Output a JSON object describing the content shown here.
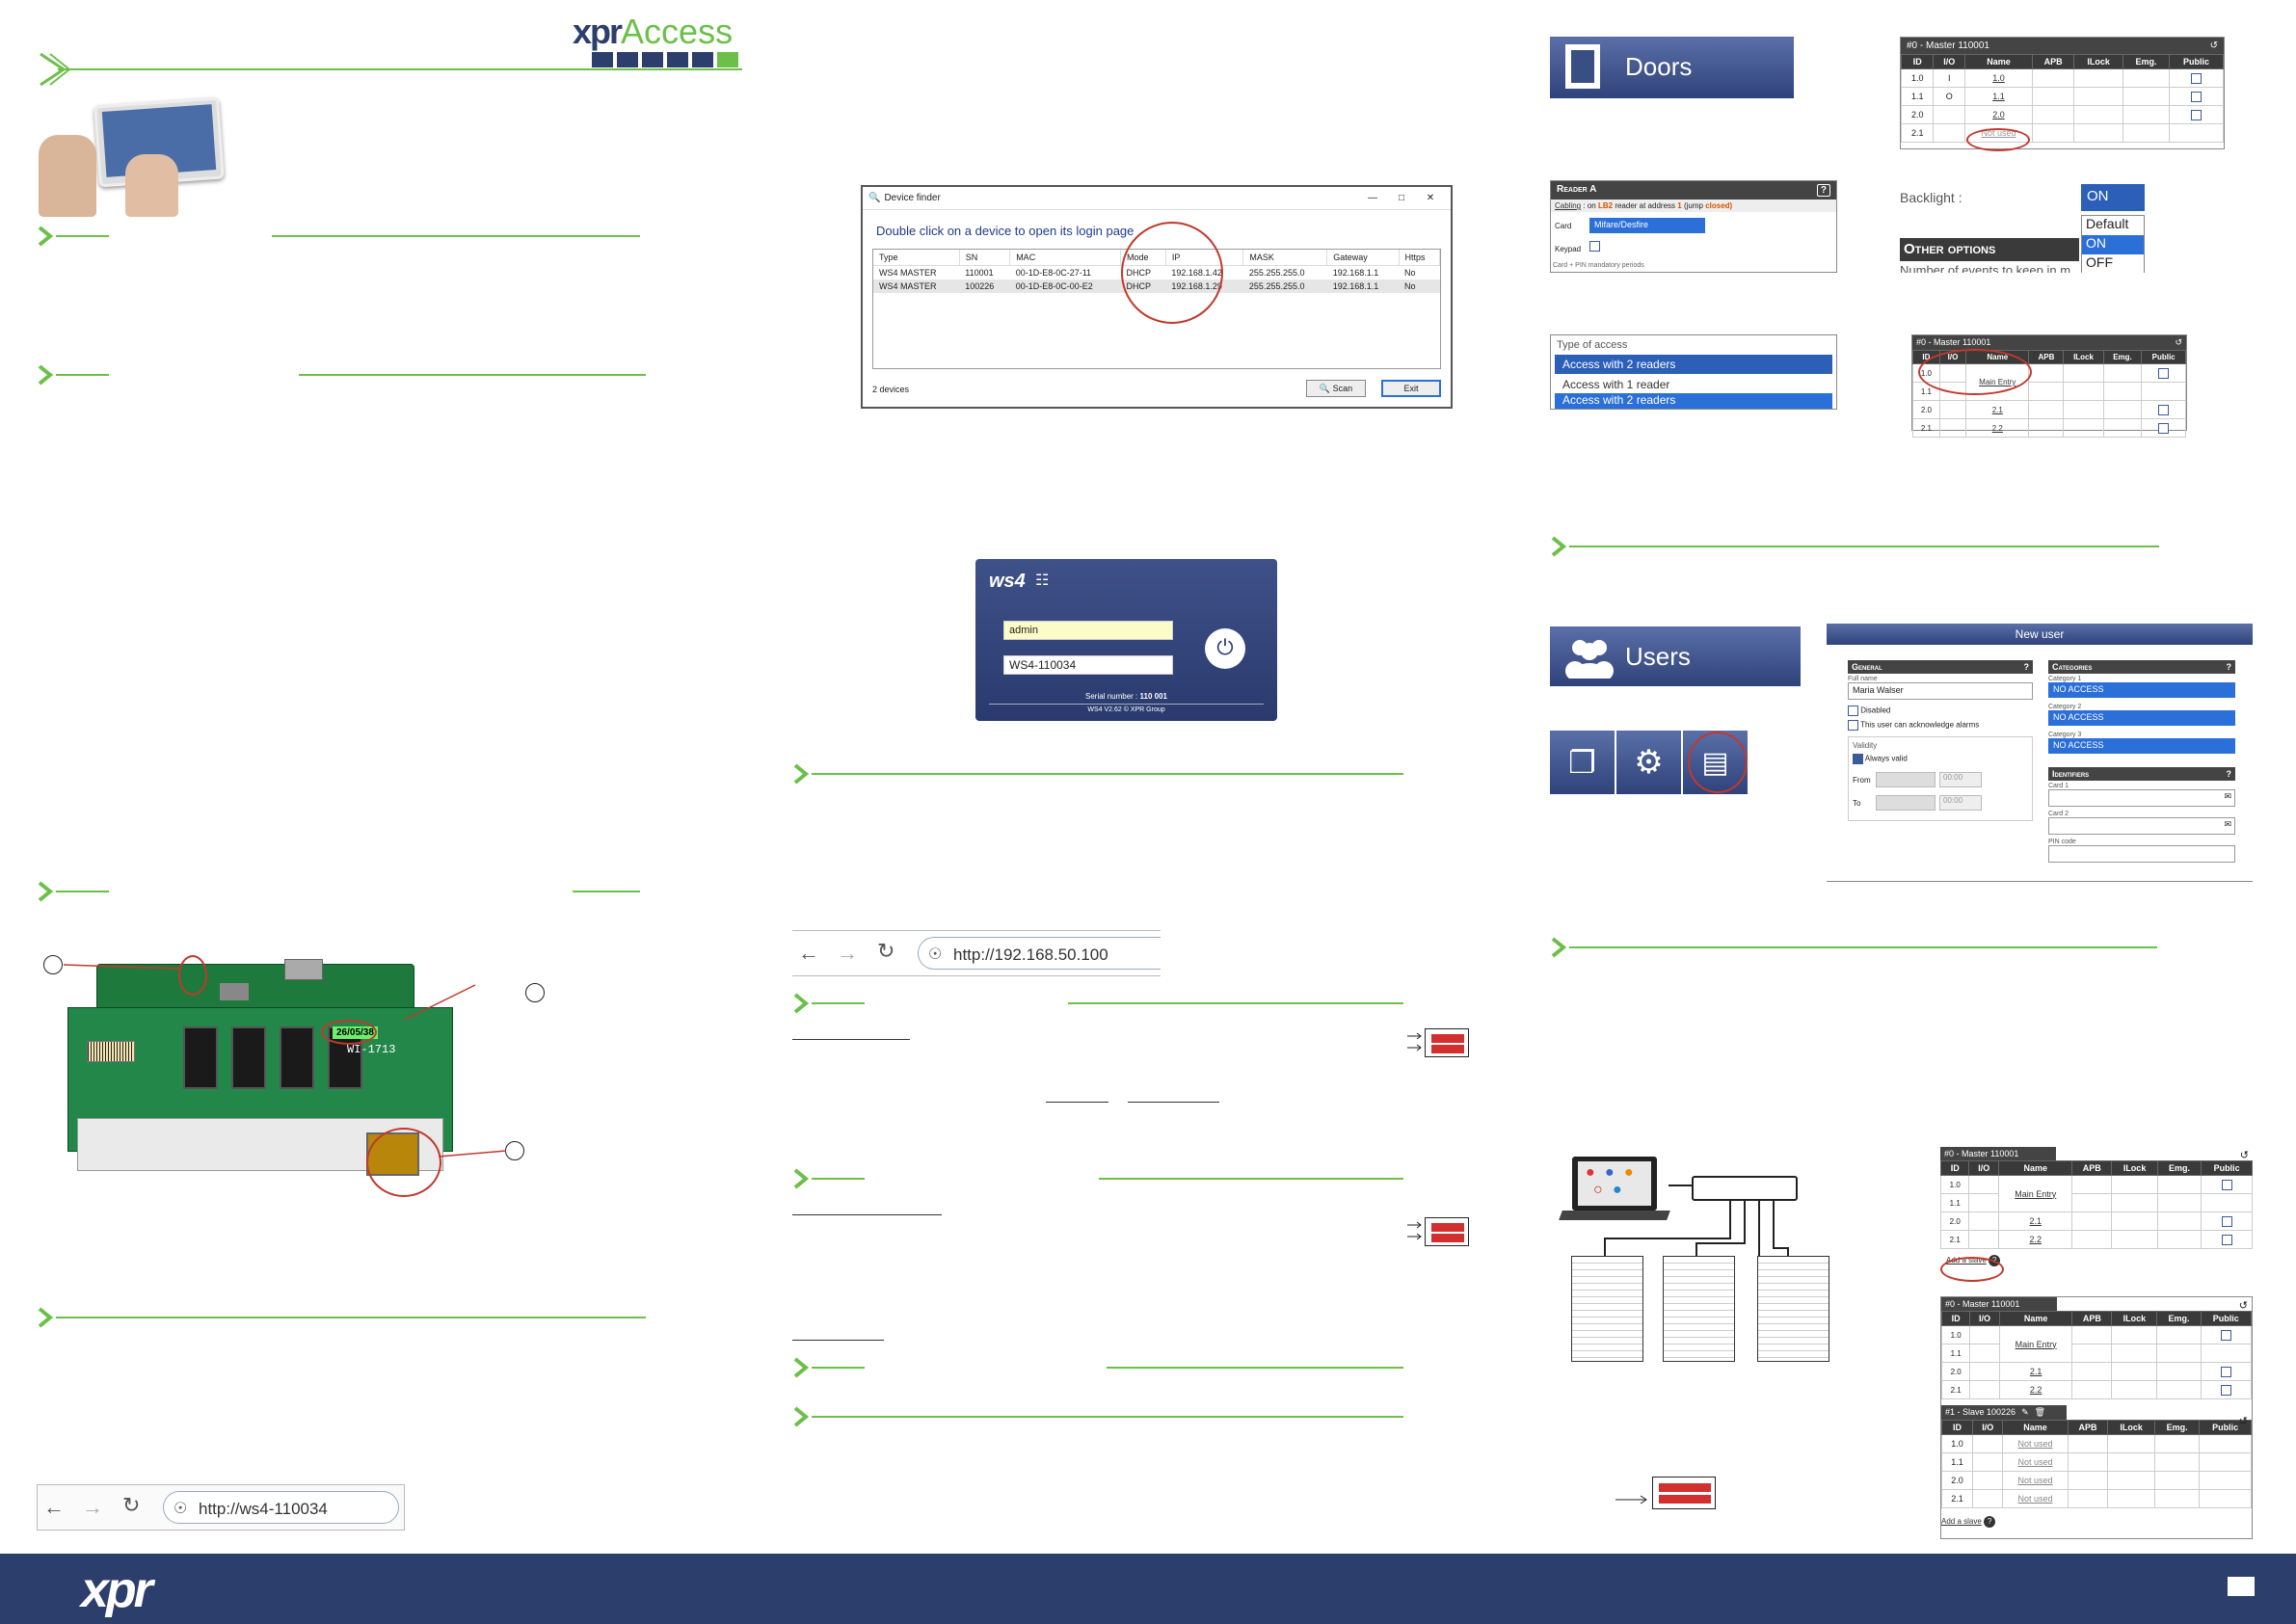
{
  "header": {
    "logo_xpr": "xpr",
    "logo_access": "Access"
  },
  "footer": {
    "logo": "xpr"
  },
  "device_finder": {
    "title": "Device finder",
    "instruction": "Double click on a device to open its login page",
    "columns": [
      "Type",
      "SN",
      "MAC",
      "Mode",
      "IP",
      "MASK",
      "Gateway",
      "Https"
    ],
    "rows": [
      [
        "WS4 MASTER",
        "110001",
        "00-1D-E8-0C-27-11",
        "DHCP",
        "192.168.1.42",
        "255.255.255.0",
        "192.168.1.1",
        "No"
      ],
      [
        "WS4 MASTER",
        "100226",
        "00-1D-E8-0C-00-E2",
        "DHCP",
        "192.168.1.29",
        "255.255.255.0",
        "192.168.1.1",
        "No"
      ]
    ],
    "count": "2 devices",
    "scan": "Scan",
    "exit": "Exit"
  },
  "login": {
    "brand": "ws4",
    "user": "admin",
    "password": "WS4-110034",
    "serial_label": "Serial number :",
    "serial_value": "110 001",
    "version": "WS4 V2.62 © XPR Group"
  },
  "browser1": {
    "url": "http://192.168.50.100"
  },
  "browser2": {
    "url": "http://ws4-110034"
  },
  "board": {
    "date_label": "26/05/38",
    "model": "WI-1713"
  },
  "doors": {
    "label": "Doors"
  },
  "users": {
    "label": "Users"
  },
  "master_table": {
    "title": "#0 - Master 110001",
    "columns": [
      "ID",
      "I/O",
      "Name",
      "APB",
      "ILock",
      "Emg.",
      "Public"
    ],
    "rows": [
      [
        "1.0",
        "I",
        "1.0"
      ],
      [
        "1.1",
        "O",
        "1.1"
      ],
      [
        "2.0",
        "",
        "2.0"
      ],
      [
        "2.1",
        "",
        "Not used"
      ]
    ]
  },
  "reader": {
    "title": "Reader A",
    "cabling_label": "Cabling",
    "cabling_text": ": on",
    "lb": "LB2",
    "reader_text": "reader at address",
    "addr": "1",
    "jump": "(jump",
    "closed": "closed)",
    "card_label": "Card",
    "card_value": "Mifare/Desfire",
    "keypad_label": "Keypad",
    "footer": "Card + PIN mandatory periods"
  },
  "backlight": {
    "label": "Backlight :",
    "current": "ON",
    "options": [
      "Default",
      "ON",
      "OFF"
    ],
    "other": "Other options",
    "sub": "Number of events to keep in m"
  },
  "access_type": {
    "label": "Type of access",
    "selected": "Access with 2 readers",
    "options": [
      "Access with 1 reader",
      "Access with 2 readers"
    ]
  },
  "master_table2": {
    "title": "#0 - Master 110001",
    "merged_name": "Main Entry",
    "rows": [
      [
        "1.0",
        ""
      ],
      [
        "1.1",
        ""
      ],
      [
        "2.0",
        "2.1"
      ],
      [
        "2.1",
        "2.2"
      ]
    ]
  },
  "new_user": {
    "title": "New user",
    "general": "General",
    "fullname_label": "Full name",
    "fullname": "Maria Walser",
    "disabled": "Disabled",
    "ack": "This user can acknowledge alarms",
    "validity": "Validity",
    "always_valid": "Always valid",
    "from": "From",
    "to": "To",
    "time": "00:00",
    "categories": "Categories",
    "cat1": "Category 1",
    "cat2": "Category 2",
    "cat3": "Category 3",
    "no_access": "NO ACCESS",
    "identifiers": "Identifiers",
    "card1": "Card 1",
    "card2": "Card 2",
    "pin": "PIN code"
  },
  "master_table3": {
    "title": "#0 - Master 110001",
    "add_slave": "Add a slave"
  },
  "master_table4": {
    "title": "#0 - Master 110001"
  },
  "slave_table": {
    "title": "#1 - Slave 100226",
    "not_used": "Not used",
    "add_slave": "Add a slave"
  },
  "colors": {
    "green": "#6cc04a",
    "navy": "#2c3e6b",
    "red": "#c0392b"
  }
}
